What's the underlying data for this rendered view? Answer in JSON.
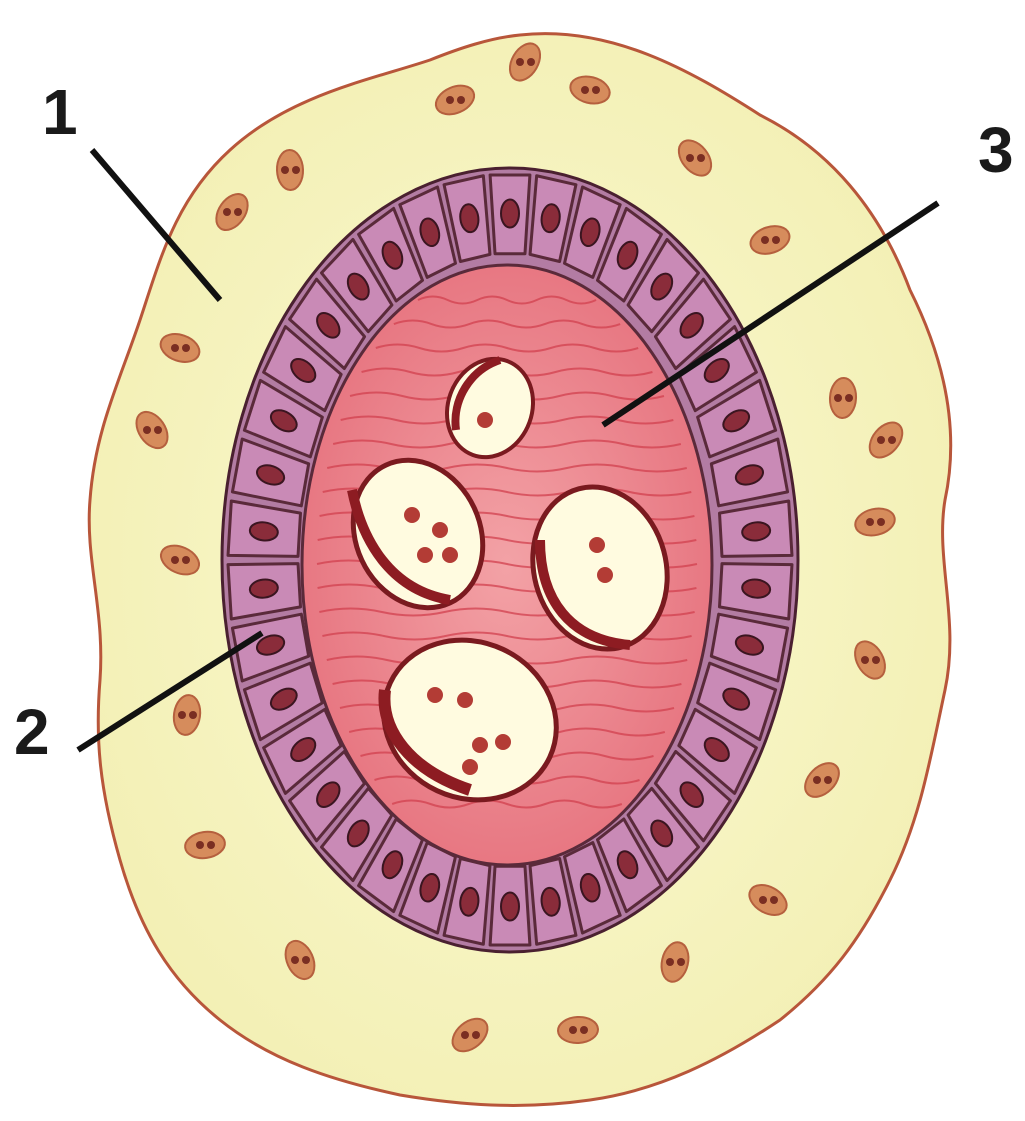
{
  "labels": [
    {
      "id": "1",
      "text": "1"
    },
    {
      "id": "2",
      "text": "2"
    },
    {
      "id": "3",
      "text": "3"
    }
  ],
  "colors": {
    "outer_tissue": "#f8f6c4",
    "outer_outline": "#b8563a",
    "cell_fill": "#c98ab6",
    "cell_outline": "#5a2a3a",
    "nucleus": "#8a2c3a",
    "core_fill": "#ef8e96",
    "core_fibers": "#d9485a",
    "vacuole_fill": "#fffbe0",
    "vacuole_rim": "#9a1f25",
    "scattered_nucleus": "#b5603e",
    "leader_line": "#111111"
  }
}
